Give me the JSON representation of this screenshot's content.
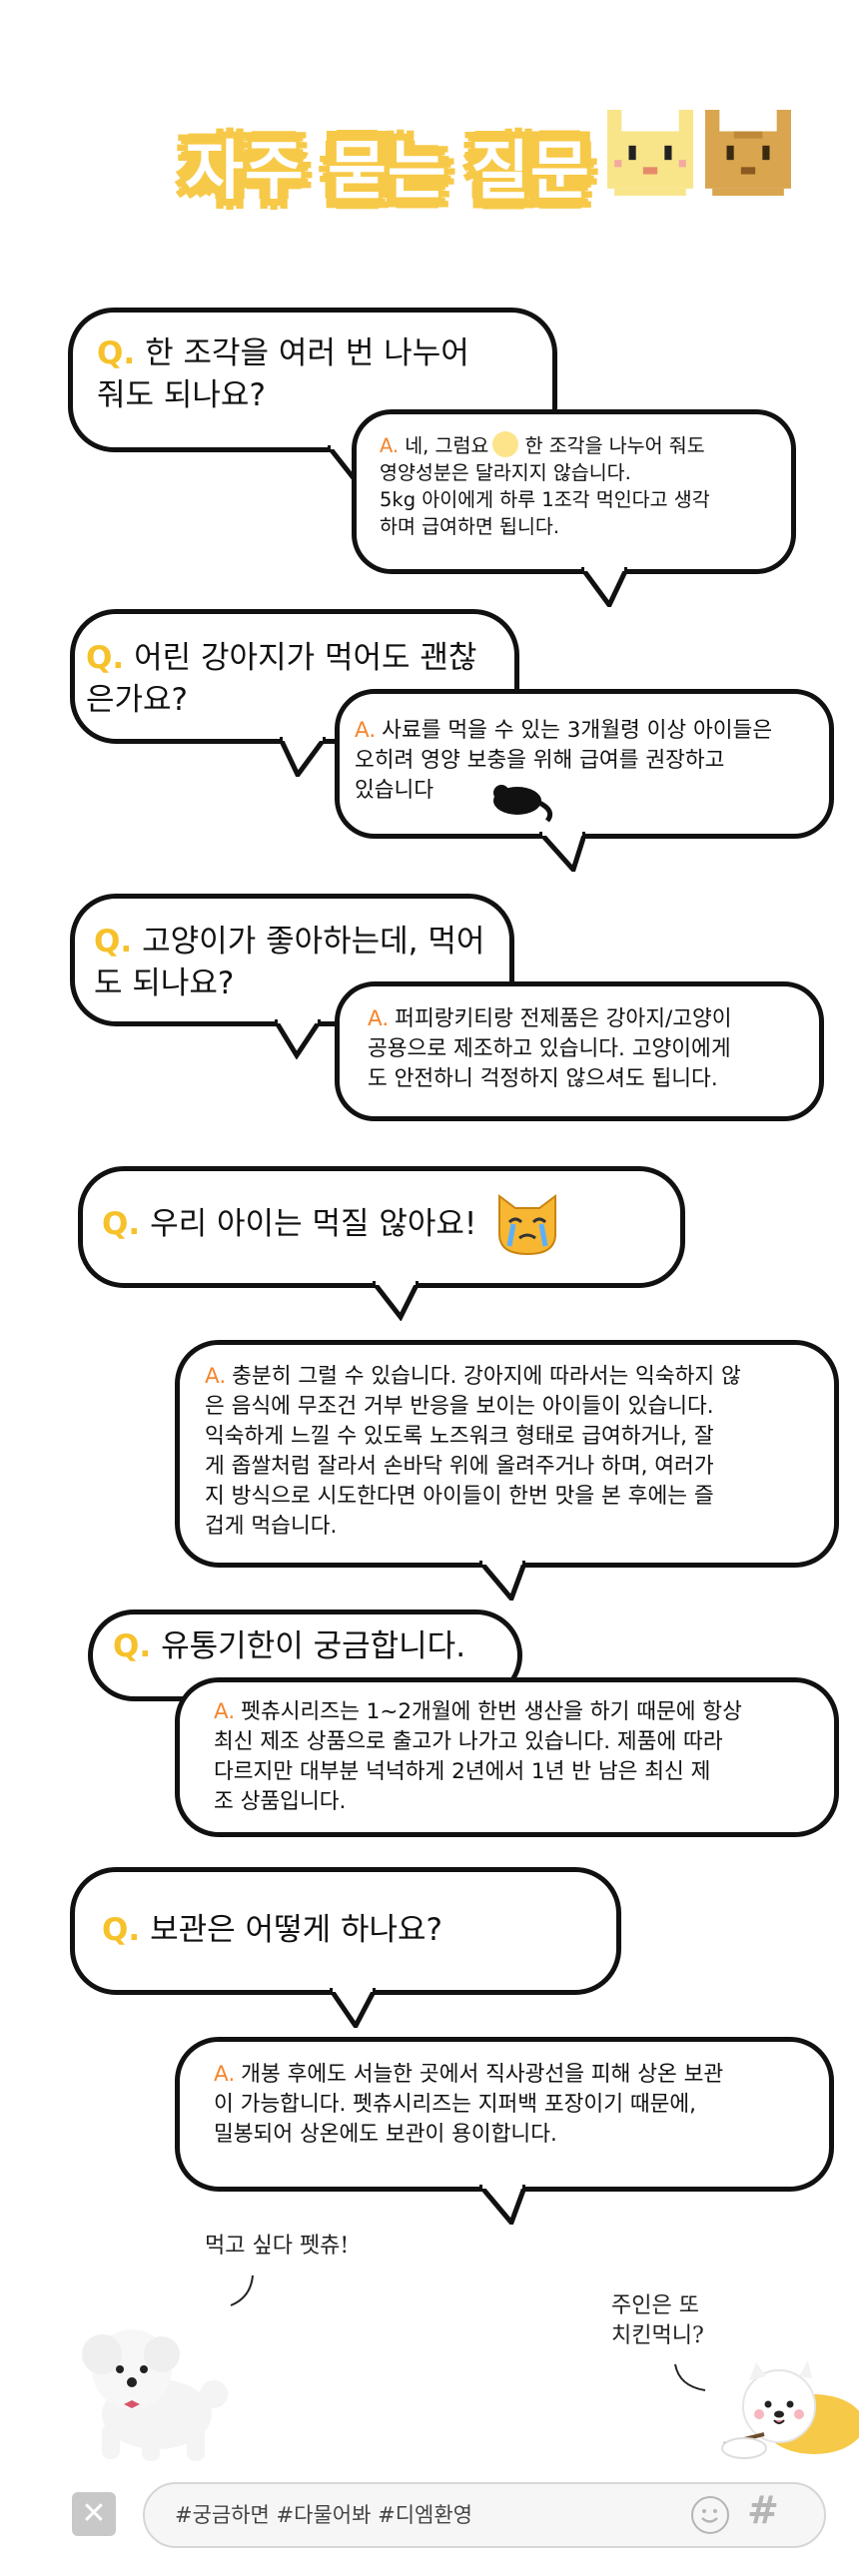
{
  "header": {
    "title": "자주 묻는 질문"
  },
  "labels": {
    "q": "Q.",
    "a": "A."
  },
  "faq": [
    {
      "question": "한 조각을 여러 번 나누어\n  줘도 되나요?",
      "answer_lead": "네, 그럼요",
      "answer_rest": " 한 조각을 나누어 줘도\n영양성분은 달라지지 않습니다.\n5kg 아이에게 하루 1조각 먹인다고 생각\n하며 급여하면 됩니다."
    },
    {
      "question": "어린 강아지가 먹어도 괜찮\n은가요?",
      "answer": "사료를 먹을 수 있는 3개월령 이상 아이들은\n오히려 영양 보충을 위해 급여를 권장하고\n있습니다"
    },
    {
      "question": "고양이가 좋아하는데, 먹어\n도 되나요?",
      "answer": "퍼피랑키티랑 전제품은 강아지/고양이\n공용으로 제조하고 있습니다. 고양이에게\n도 안전하니 걱정하지 않으셔도 됩니다."
    },
    {
      "question": "우리 아이는 먹질 않아요!",
      "answer": "충분히 그럴 수 있습니다. 강아지에 따라서는 익숙하지 않\n은 음식에 무조건 거부 반응을 보이는 아이들이 있습니다.\n익숙하게 느낄 수 있도록 노즈워크 형태로 급여하거나, 잘\n게 좁쌀처럼 잘라서 손바닥 위에 올려주거나 하며, 여러가\n지 방식으로 시도한다면 아이들이 한번 맛을 본 후에는 즐\n겁게 먹습니다."
    },
    {
      "question": "유통기한이 궁금합니다.",
      "answer": "펫츄시리즈는 1~2개월에 한번 생산을 하기 때문에 항상\n최신 제조 상품으로 출고가 나가고 있습니다. 제품에 따라\n다르지만 대부분 넉넉하게 2년에서 1년 반 남은 최신 제\n조 상품입니다."
    },
    {
      "question": "보관은 어떻게 하나요?",
      "answer": "개봉 후에도 서늘한 곳에서 직사광선을 피해 상온 보관\n이 가능합니다. 펫츄시리즈는 지퍼백 포장이기 때문에,\n밀봉되어 상온에도 보관이 용이합니다."
    }
  ],
  "notes": {
    "dog_speech": "먹고 싶다 펫츄!",
    "cat_speech": "주인은 또\n치킨먹니?"
  },
  "chat_bar": {
    "input_value": "#궁금하면 #다물어봐 #디엠환영",
    "close_label": "✕",
    "hash_label": "#"
  },
  "colors": {
    "q_mark": "#f6c12a",
    "a_mark": "#f5852d",
    "title_outline": "#f7c948"
  }
}
